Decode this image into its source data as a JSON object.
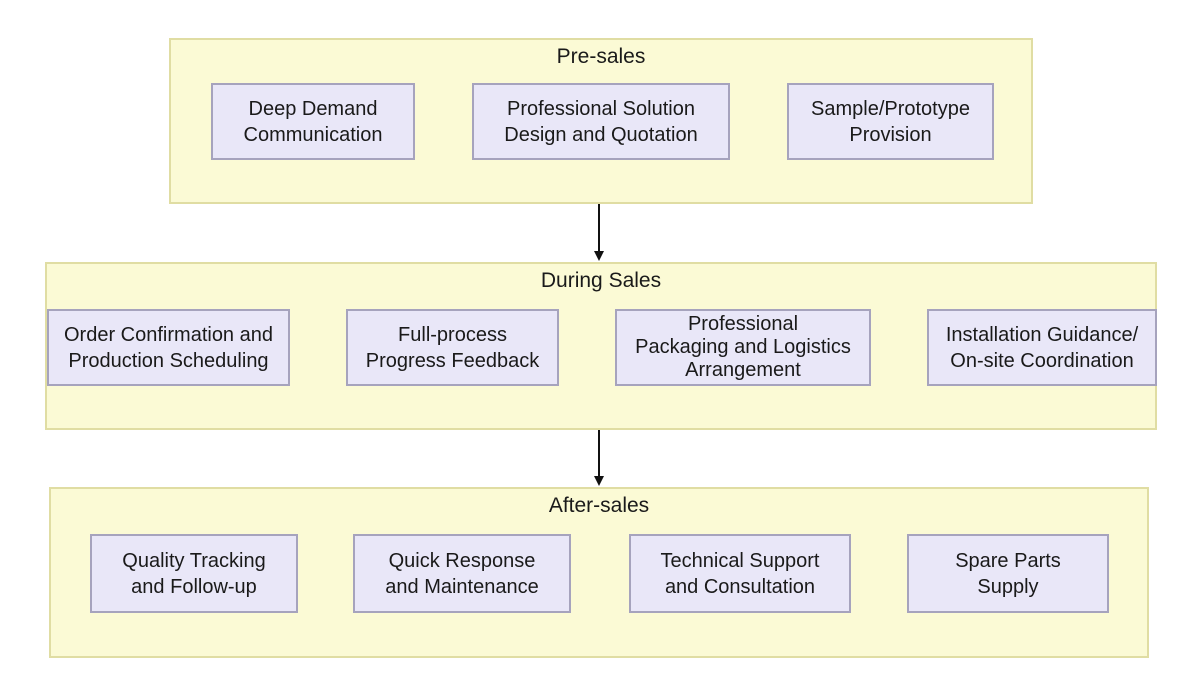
{
  "stages": [
    {
      "title": "Pre-sales",
      "steps": [
        "Deep Demand\nCommunication",
        "Professional Solution\nDesign and Quotation",
        "Sample/Prototype\nProvision"
      ]
    },
    {
      "title": "During Sales",
      "steps": [
        "Order Confirmation and\nProduction Scheduling",
        "Full-process\nProgress Feedback",
        "Professional\nPackaging and Logistics\nArrangement",
        "Installation Guidance/\nOn-site Coordination"
      ]
    },
    {
      "title": "After-sales",
      "steps": [
        "Quality Tracking\nand Follow-up",
        "Quick Response\nand Maintenance",
        "Technical Support\nand Consultation",
        "Spare Parts\nSupply"
      ]
    }
  ]
}
